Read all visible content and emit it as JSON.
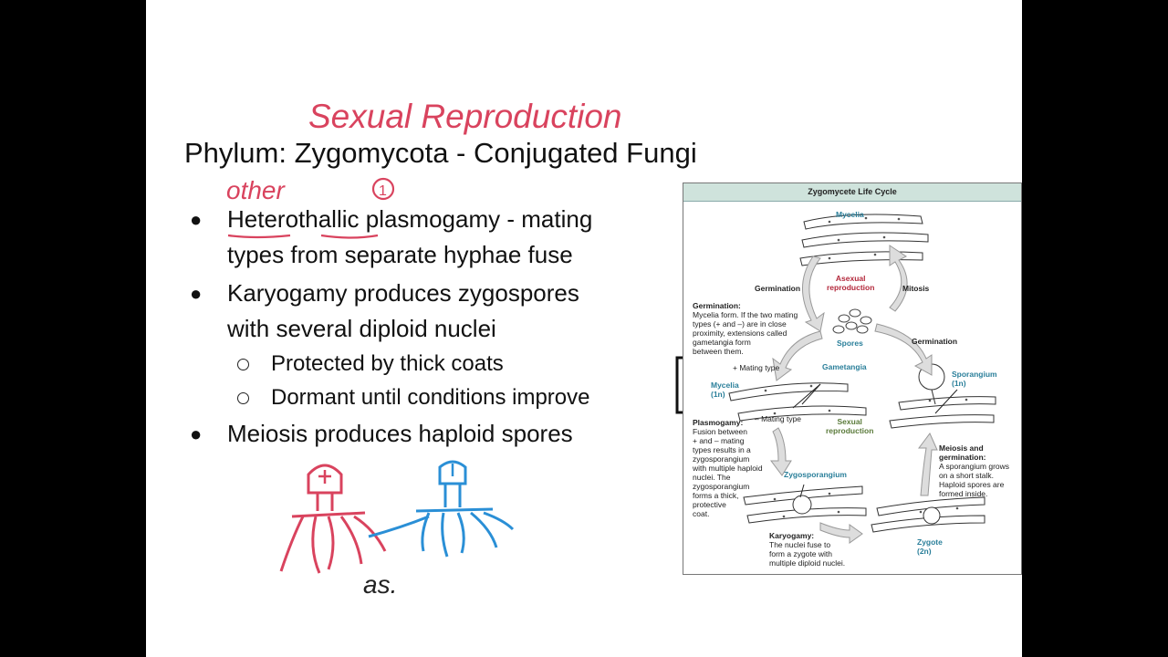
{
  "title": "Phylum: Zygomycota - Conjugated Fungi",
  "bullets": [
    {
      "l1_a": "Heterothallic",
      "l1_b": " plasmogamy - mating",
      "l2": "types from separate hyphae fuse"
    },
    {
      "l1": "Karyogamy produces zygospores",
      "l2": "with several diploid nuclei"
    },
    {
      "l1": "Meiosis produces haploid spores"
    }
  ],
  "subbullets": [
    "Protected by thick coats",
    "Dormant until conditions improve"
  ],
  "handwriting": {
    "heading": "Sexual Reproduction",
    "other": "other",
    "circled_one": "1",
    "as": "as."
  },
  "diagram": {
    "title": "Zygomycete Life Cycle",
    "mycelia_top": "Mycelia",
    "germination_left": "Germination",
    "asexual": "Asexual\nreproduction",
    "mitosis": "Mitosis",
    "germination_note_title": "Germination:",
    "germination_note": "Mycelia form. If the two mating\ntypes (+ and –) are in close\nproximity, extensions called\ngametangia form\nbetween them.",
    "spores": "Spores",
    "germination_right": "Germination",
    "plus_mating": "+ Mating type",
    "gametangia": "Gametangia",
    "mycelia_left": "Mycelia\n(1n)",
    "sporangium": "Sporangium\n(1n)",
    "minus_mating": "– Mating type",
    "sexual": "Sexual\nreproduction",
    "plasmogamy_title": "Plasmogamy:",
    "plasmogamy": "Fusion between\n+ and – mating\ntypes results in a\nzygosporangium\nwith multiple haploid\nnuclei. The\nzygosporangium\nforms a thick,\nprotective\ncoat.",
    "meiosis_title": "Meiosis and\ngermination:",
    "meiosis": "A sporangium grows\non a short stalk.\nHaploid spores are\nformed inside.",
    "zygosporangium": "Zygosporangium",
    "karyogamy_title": "Karyogamy:",
    "karyogamy": "The nuclei fuse to\nform a zygote with\nmultiple diploid nuclei.",
    "zygote": "Zygote\n(2n)"
  },
  "colors": {
    "ink_red": "#d9435e",
    "ink_blue": "#2a8fd6",
    "teal": "#2a7f9a",
    "header": "#cfe3dc"
  }
}
